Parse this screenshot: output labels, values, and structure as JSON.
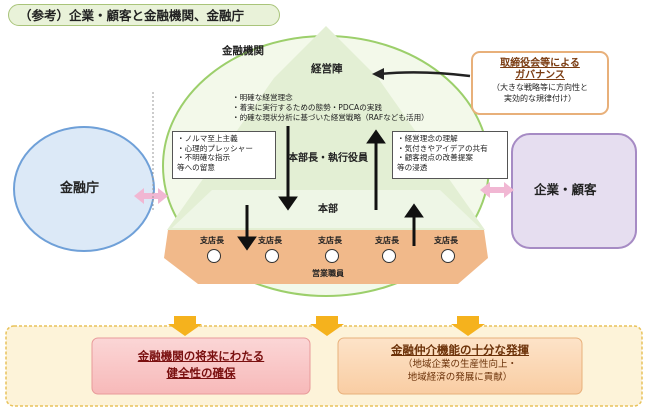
{
  "title": "（参考）企業・顧客と金融機関、金融庁",
  "fin_institution_label": "金融機関",
  "top_layer": "経営陣",
  "mid_layer": "本部長・執行役員",
  "lower_layer": "本部",
  "branch_labels": [
    "支店長",
    "支店長",
    "支店長",
    "支店長",
    "支店長"
  ],
  "sales_staff": "営業職員",
  "fsa": "金融庁",
  "customers": "企業・顧客",
  "governance": {
    "title_line1": "取締役会等による",
    "title_line2": "ガバナンス",
    "sub_line1": "（大きな戦略等に方向性と",
    "sub_line2": "実効的な規律付け）"
  },
  "mgmt_bullets": [
    "・明確な経営理念",
    "・着実に実行するための態勢・PDCAの実践",
    "・的確な現状分析に基づいた経営戦略（RAFなども活用）"
  ],
  "left_note": [
    "・ノルマ至上主義",
    "・心理的プレッシャー",
    "・不明確な指示",
    "等への留意"
  ],
  "right_note": [
    "・経営理念の理解",
    "・気付きやアイデアの共有",
    "・顧客視点の改善提案",
    "等の浸透"
  ],
  "outcome_left": {
    "line1": "金融機関の将来にわたる",
    "line2": "健全性の確保"
  },
  "outcome_right": {
    "line1": "金融仲介機能の十分な発揮",
    "line2": "（地域企業の生産性向上・",
    "line3": "地域経済の発展に貢献）"
  },
  "colors": {
    "fsa_fill": "#dce9f7",
    "fsa_stroke": "#6fa0d8",
    "cust_fill": "#e6def0",
    "cust_stroke": "#a68bc4",
    "ellipse_stroke": "#9ccf6b",
    "bottom_band": "#fdf3d9",
    "bottom_border": "#e8c25a",
    "chevron": "#f5b21d",
    "branch_band": "#f1b98a",
    "arrow_pink": "#f1b7d3"
  }
}
